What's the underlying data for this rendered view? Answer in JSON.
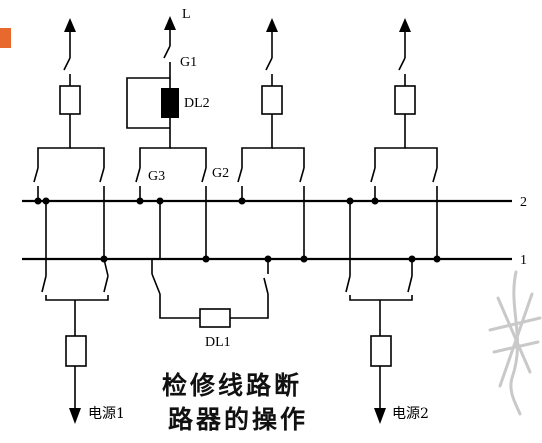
{
  "labels": {
    "L": "L",
    "G1": "G1",
    "G2": "G2",
    "G3": "G3",
    "DL1": "DL1",
    "DL2": "DL2",
    "bus2": "2",
    "bus1": "1",
    "source1": "电源1",
    "source2": "电源2"
  },
  "caption": {
    "line1": "检修线路断",
    "line2": "路器的操作"
  },
  "colors": {
    "line": "#000000",
    "accent": "#e8692d",
    "watermark": "#c9c9c9"
  }
}
